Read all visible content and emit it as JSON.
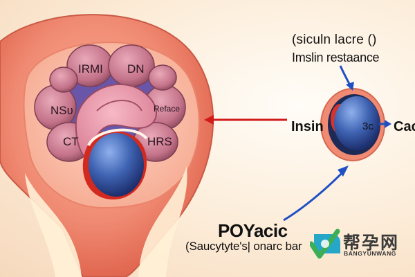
{
  "labels": {
    "heading": "(siculn lacre ()",
    "subheading": "Imslin restaance",
    "insin": "Insin",
    "cac": "Cac",
    "three_c": "3c",
    "poyacic": "POYacic",
    "sauctytes": "(Saucytyte's| onarc bar",
    "irmi": "IRMI",
    "dn": "DN",
    "nsv": "NSʋ",
    "reface": "Reface",
    "ct": "CT",
    "hrs": "HRS"
  },
  "watermark": {
    "title": "帮孕网",
    "subtitle": "BANGYUNWANG"
  },
  "colors": {
    "organ_outer": "#f07e68",
    "organ_lobes": "#c97a8a",
    "blue_cell": "#3f62b0",
    "arrow_red": "#d11a1a",
    "arrow_blue": "#1f4fc4",
    "watermark_green": "#3cae55",
    "watermark_teal": "#27a7c8"
  }
}
